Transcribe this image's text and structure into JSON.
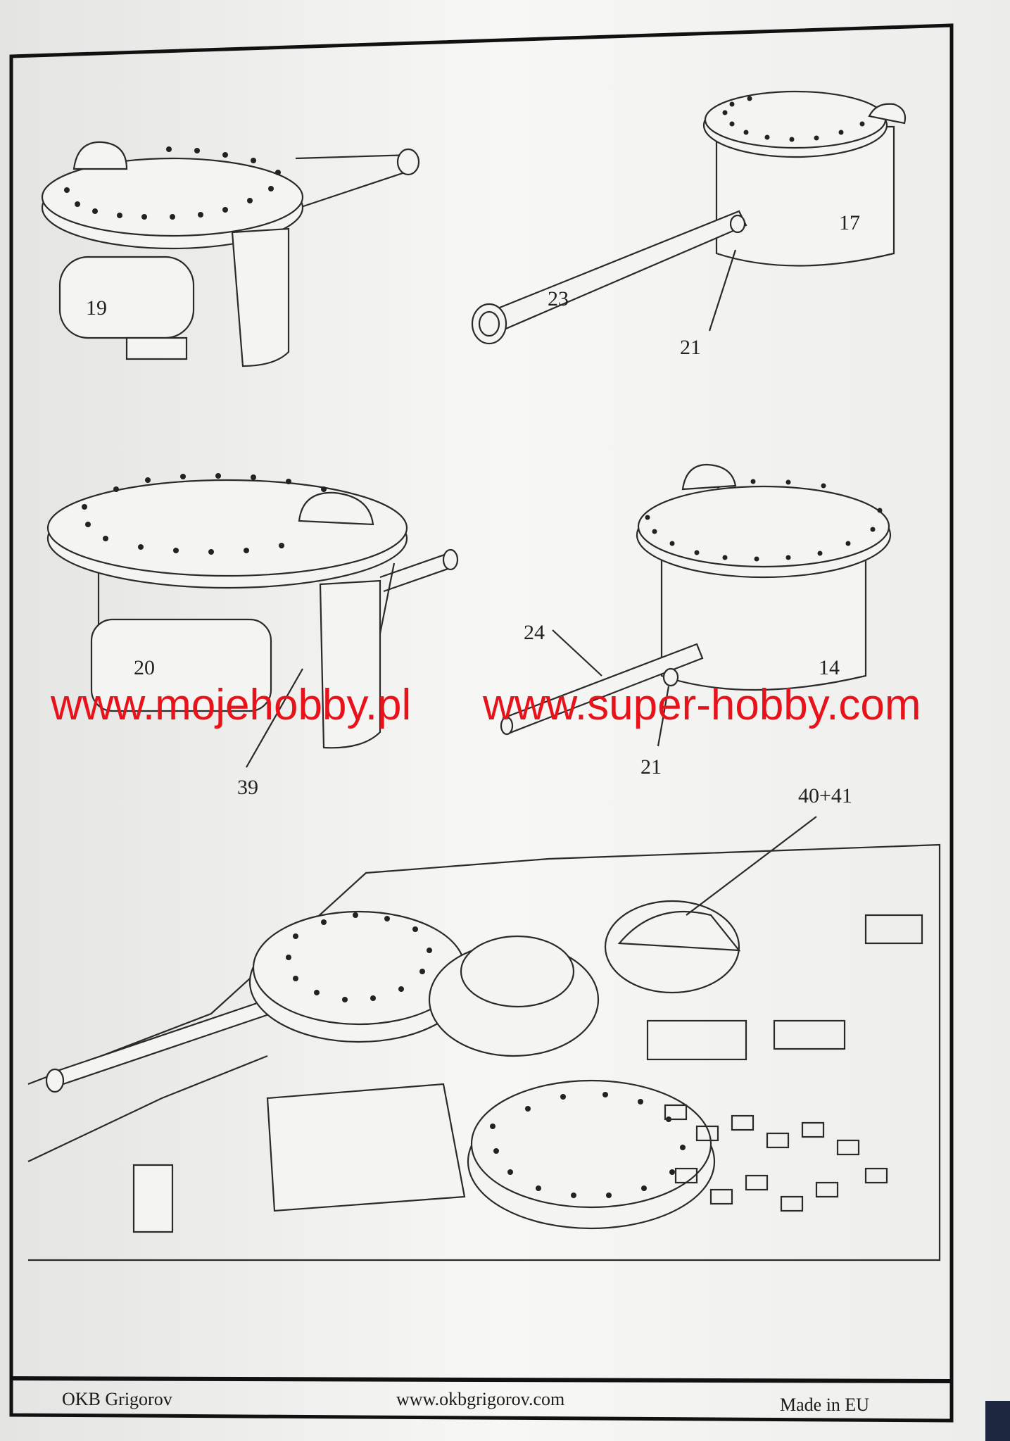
{
  "callouts": {
    "part_19": "19",
    "part_23": "23",
    "part_17": "17",
    "part_21_top": "21",
    "part_20": "20",
    "part_39": "39",
    "part_24": "24",
    "part_14": "14",
    "part_21_mid": "21",
    "part_40_41": "40+41"
  },
  "watermark": {
    "left": "www.mojehobby.pl",
    "right": "www.super-hobby.com",
    "color": "#e8121a"
  },
  "footer": {
    "brand": "OKB Grigorov",
    "website": "www.okbgrigorov.com",
    "origin": "Made in EU"
  }
}
